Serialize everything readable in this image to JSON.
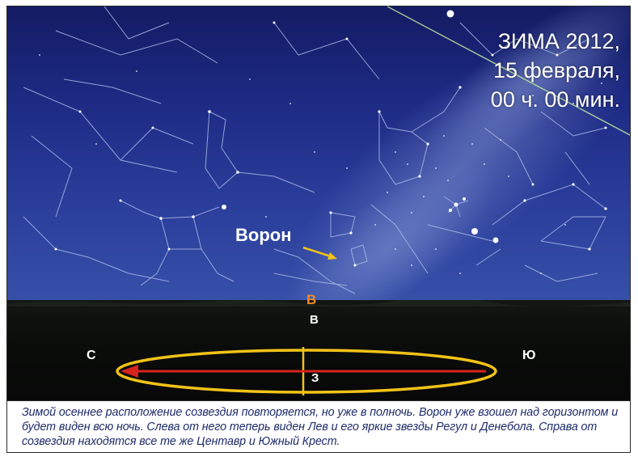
{
  "title_lines": [
    "ЗИМА 2012,",
    "15 февраля,",
    "00 ч. 00 мин."
  ],
  "constellation_label": "Ворон",
  "directions": {
    "orange_b": "В",
    "b": "В",
    "c": "С",
    "yu": "Ю",
    "z": "З"
  },
  "caption": "Зимой осеннее расположение созвездия повторяется, но уже в полночь. Ворон уже взошел над горизонтом и будет виден всю ночь. Слева от него теперь виден Лев и его яркие звезды Регул и Денебола. Справа от созвездия находятся все те же Центавр и Южный Крест.",
  "colors": {
    "sky_top": "#141b63",
    "sky_bottom": "#3650a8",
    "constellation_line": "#a9b8e8",
    "ground": "#0b0d0b",
    "ellipse": "#f2c318",
    "arrow": "#d8231f",
    "label_arrow": "#f2c318",
    "orange_letter": "#f08a2a",
    "caption_text": "#1e2b6a"
  },
  "icons": [
    "label-arrow-icon",
    "direction-arrow-icon"
  ]
}
